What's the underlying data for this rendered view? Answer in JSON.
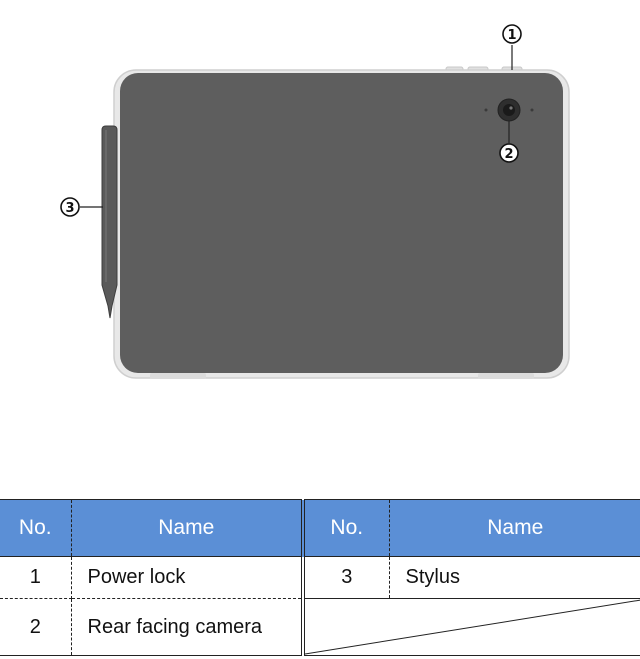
{
  "callouts": [
    "①",
    "②",
    "③"
  ],
  "table": {
    "headers": {
      "no": "No.",
      "name": "Name"
    },
    "rows": [
      {
        "no_a": "1",
        "name_a": "Power lock",
        "no_b": "3",
        "name_b": "Stylus"
      },
      {
        "no_a": "2",
        "name_a": "Rear facing camera"
      }
    ]
  },
  "colors": {
    "header_bg": "#5b8fd6",
    "tablet_body": "#5e5e5e",
    "tablet_frame": "#e6e6e6"
  }
}
